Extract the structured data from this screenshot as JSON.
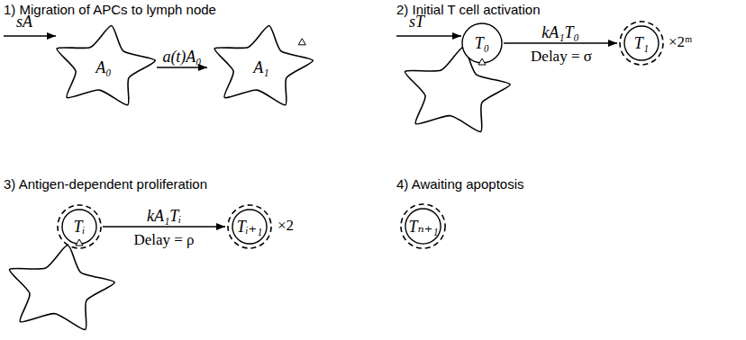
{
  "diagram": {
    "nodes": [
      {
        "text": [
          "A₀"
        ]
      },
      {
        "text": [
          "A₁"
        ]
      },
      {
        "text": [
          "T₀"
        ]
      },
      {
        "text": [
          "T₁"
        ]
      },
      {
        "text": [
          "Tᵢ"
        ]
      },
      {
        "text": [
          "Tᵢ₊₁"
        ]
      },
      {
        "text": [
          "Tₙ₊₁"
        ]
      }
    ],
    "edges": [
      {
        "from": 0,
        "to": 1,
        "arrow": "to",
        "label": "a(t)A₀"
      },
      {
        "from": 2,
        "to": 3,
        "arrow": "to",
        "label": "kA₁T₀"
      },
      {
        "from": 4,
        "to": 5,
        "arrow": "to",
        "label": "kA₁Tᵢ"
      }
    ],
    "labels": [
      "1) Migration of APCs to lymph node",
      "sA",
      "2) Initial T cell activation",
      "sT",
      "Delay = σ",
      "×2ᵐ",
      "3) Antigen-dependent proliferation",
      "Delay = ρ",
      "×2",
      "4) Awaiting apoptosis"
    ]
  }
}
